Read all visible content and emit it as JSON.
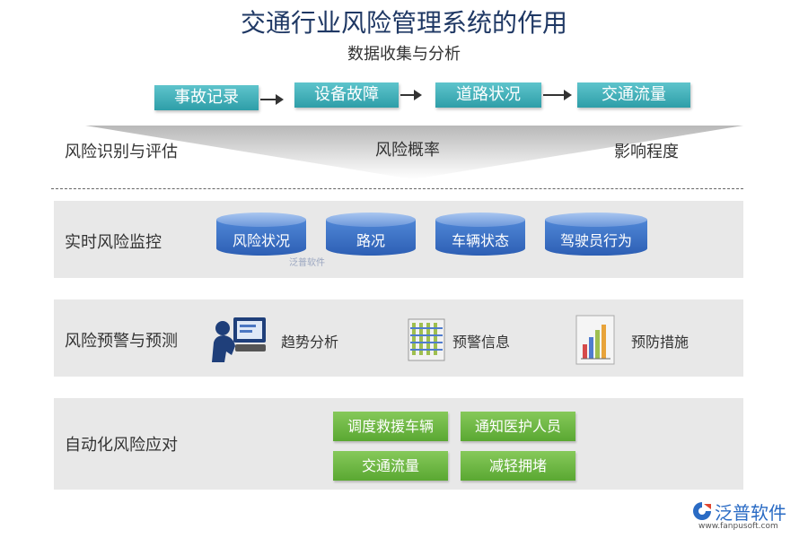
{
  "title": "交通行业风险管理系统的作用",
  "subtitle": "数据收集与分析",
  "flow": [
    "事故记录",
    "设备故障",
    "道路状况",
    "交通流量"
  ],
  "assessment": {
    "label": "风险识别与评估",
    "center": "风险概率",
    "right": "影响程度"
  },
  "monitoring": {
    "label": "实时风险监控",
    "items": [
      "风险状况",
      "路况",
      "车辆状态",
      "驾驶员行为"
    ]
  },
  "warning": {
    "label": "风险预警与预测",
    "items": [
      {
        "label": "趋势分析",
        "icon": "computer-user-icon"
      },
      {
        "label": "预警信息",
        "icon": "data-grid-icon"
      },
      {
        "label": "预防措施",
        "icon": "bar-chart-icon"
      }
    ]
  },
  "response": {
    "label": "自动化风险应对",
    "items": [
      "调度救援车辆",
      "通知医护人员",
      "交通流量",
      "减轻拥堵"
    ]
  },
  "watermark": "泛普软件",
  "logo": {
    "name": "泛普软件",
    "url": "www.fanpusoft.com"
  },
  "colors": {
    "flow": "#2e9ea8",
    "cylinder": "#2d5fb4",
    "action": "#5aa832",
    "title": "#1f3864"
  }
}
